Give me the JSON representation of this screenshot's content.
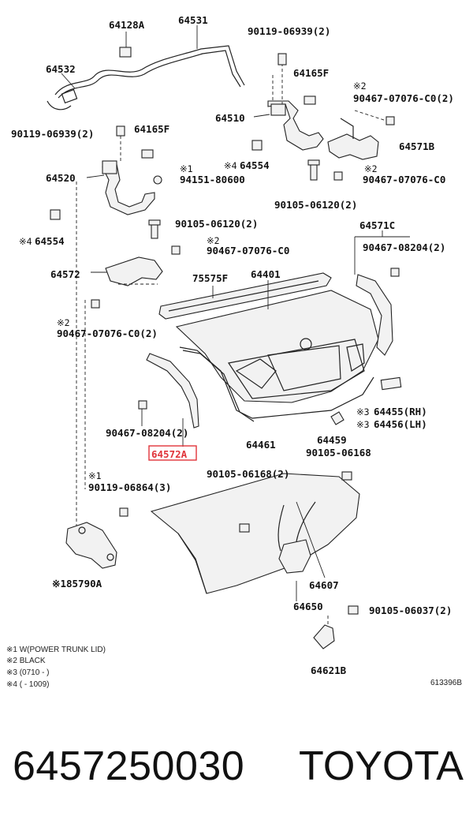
{
  "labels": {
    "p64128A": "64128A",
    "p64531": "64531",
    "p90119_06939_top": "90119-06939(2)",
    "p64532": "64532",
    "p64165F_top": "64165F",
    "star2_a": "※2",
    "p90467_07076_a": "90467-07076-C0(2)",
    "p64510": "64510",
    "p90119_06939_left": "90119-06939(2)",
    "p64165F_left": "64165F",
    "p64571B": "64571B",
    "star1_a": "※1",
    "star4_a": "※4",
    "p64554_a": "64554",
    "star2_b": "※2",
    "p64520": "64520",
    "p94151_80600": "94151-80600",
    "p90467_07076_b": "90467-07076-C0",
    "p90105_06120_center": "90105-06120(2)",
    "p90105_06120_left": "90105-06120(2)",
    "p64571C": "64571C",
    "star4_b": "※4",
    "p64554_b": "64554",
    "star2_c": "※2",
    "p90467_07076_c": "90467-07076-C0",
    "p90467_08204_right": "90467-08204(2)",
    "p64572": "64572",
    "p75575F": "75575F",
    "p64401": "64401",
    "star2_d": "※2",
    "p90467_07076_d": "90467-07076-C0(2)",
    "star3_a": "※3",
    "p64455": "64455(RH)",
    "star3_b": "※3",
    "p64456": "64456(LH)",
    "p90467_08204_left": "90467-08204(2)",
    "p64461": "64461",
    "p64459": "64459",
    "p64572A": "64572A",
    "p90105_06168_right": "90105-06168",
    "star1_b": "※1",
    "p90105_06168_center": "90105-06168(2)",
    "p90119_06864": "90119-06864(3)",
    "p64607": "64607",
    "p85790A": "※185790A",
    "p64650": "64650",
    "p90105_06037": "90105-06037(2)",
    "p64621B": "64621B"
  },
  "notes": [
    "※1 W(POWER TRUNK LID)",
    "※2 BLACK",
    "※3 (0710 -       )",
    "※4 (        - 1009)"
  ],
  "diagram_code": "613396B",
  "footer": {
    "part_number": "6457250030",
    "brand": "TOYOTA"
  },
  "highlight_color": "#e0343a"
}
